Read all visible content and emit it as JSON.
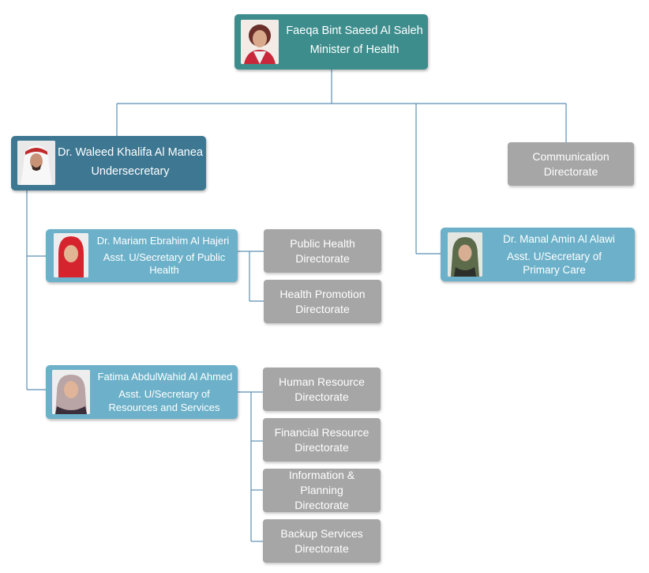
{
  "minister": {
    "name": "Faeqa Bint Saeed Al Saleh",
    "title": "Minister of Health"
  },
  "undersecretary": {
    "name": "Dr. Waleed Khalifa Al Manea",
    "title": "Undersecretary"
  },
  "communication": {
    "label": "Communication Directorate"
  },
  "public_health": {
    "name": "Dr. Mariam Ebrahim Al Hajeri",
    "title": "Asst. U/Secretary of Public Health",
    "directorates": [
      "Public Health Directorate",
      "Health Promotion Directorate"
    ]
  },
  "primary_care": {
    "name": "Dr. Manal Amin Al Alawi",
    "title": "Asst. U/Secretary of Primary Care"
  },
  "resources": {
    "name": "Fatima AbdulWahid Al Ahmed",
    "title": "Asst. U/Secretary of Resources and Services",
    "directorates": [
      "Human Resource Directorate",
      "Financial Resource Directorate",
      "Information & Planning Directorate",
      "Backup Services Directorate"
    ]
  },
  "colors": {
    "minister": "#3e8d8d",
    "undersecretary": "#3d7791",
    "assistant": "#6cb1c9",
    "directorate": "#a6a6a6",
    "connector": "#5b8fb2"
  }
}
